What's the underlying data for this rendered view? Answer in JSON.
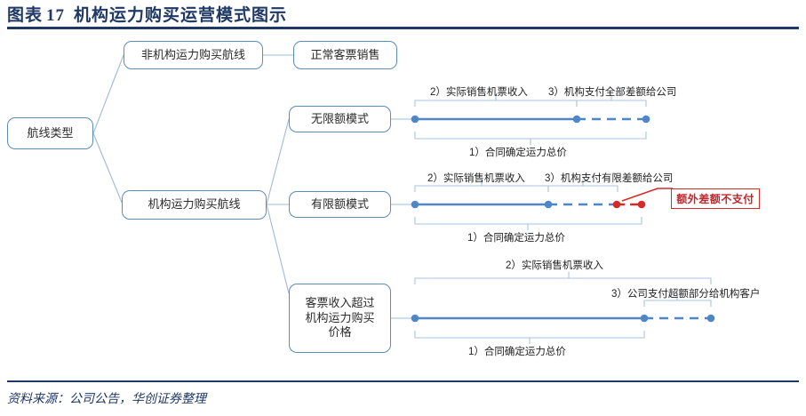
{
  "header": {
    "prefix": "图表",
    "number": "17",
    "title": "机构运力购买运营模式图示"
  },
  "footer": {
    "source": "资料来源：公司公告，华创证券整理"
  },
  "colors": {
    "navy": "#1F3864",
    "node_border": "#5B8DB8",
    "connector": "#9DB9D9",
    "timeline_blue": "#4E86C7",
    "bracket_blue": "#A8C4E0",
    "red": "#D42A2A"
  },
  "tree": {
    "root": {
      "label": "航线类型"
    },
    "level1": [
      {
        "label": "非机构运力购买航线"
      },
      {
        "label": "机构运力购买航线"
      }
    ],
    "level2": [
      {
        "label": "正常客票销售"
      },
      {
        "label": "无限额模式"
      },
      {
        "label": "有限额模式"
      },
      {
        "label": "客票收入超过\n机构运力购买\n价格"
      }
    ]
  },
  "timelines": [
    {
      "name": "unlimited-quota",
      "top_labels": [
        "2）实际销售机票收入",
        "3）机构支付全部差额给公司"
      ],
      "bottom_label": "1）合同确定运力总价",
      "has_red_segment": false
    },
    {
      "name": "limited-quota",
      "top_labels": [
        "2）实际销售机票收入",
        "3）机构支付有限差额给公司"
      ],
      "bottom_label": "1）合同确定运力总价",
      "has_red_segment": true,
      "callout": "额外差额不支付"
    },
    {
      "name": "revenue-exceeds-price",
      "top_labels": [
        "2）实际销售机票收入",
        "3）公司支付超额部分给机构客户"
      ],
      "bottom_label": "1）合同确定运力总价",
      "has_red_segment": false
    }
  ]
}
